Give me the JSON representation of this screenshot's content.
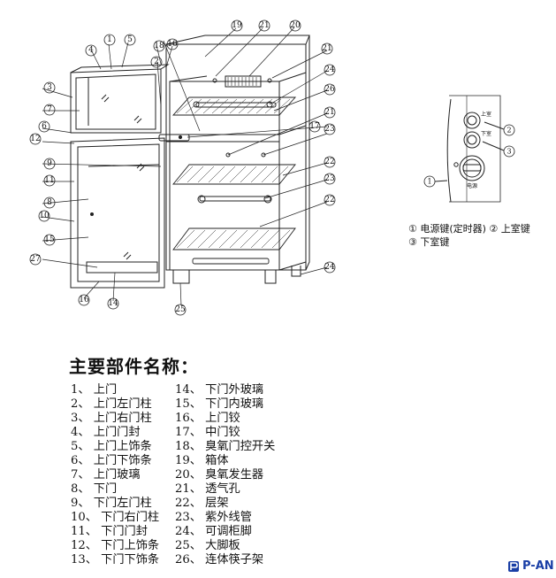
{
  "callouts": {
    "n1": "1",
    "n2": "2",
    "n3": "3",
    "n4": "4",
    "n5": "5",
    "n6": "6",
    "n7": "7",
    "n8": "8",
    "n9": "9",
    "n10": "10",
    "n11": "11",
    "n12": "12",
    "n14": "14",
    "n15": "15",
    "n16": "16",
    "n17": "17",
    "n18": "18",
    "n19": "19",
    "n20": "20",
    "n21": "21",
    "n22": "22",
    "n23": "23",
    "n24": "24",
    "n25": "25",
    "n26": "26",
    "n27": "27"
  },
  "panel": {
    "btn_upper": "上室",
    "btn_lower": "下室",
    "btn_power": "电源",
    "c1": "1",
    "c2": "2",
    "c3": "3",
    "legend_line1": "① 电源键(定时器) ② 上室键",
    "legend_line2": "③ 下室键"
  },
  "title": "主要部件名称：",
  "parts_col1": [
    "1、 上门",
    "2、 上门左门柱",
    "3、 上门右门柱",
    "4、 上门门封",
    "5、 上门上饰条",
    "6、 上门下饰条",
    "7、 上门玻璃",
    "8、 下门",
    "9、 下门左门柱",
    "10、 下门右门柱",
    "11、 下门门封",
    "12、 下门上饰条",
    "13、 下门下饰条"
  ],
  "parts_col2": [
    "14、 下门外玻璃",
    "15、 下门内玻璃",
    "16、 上门铰",
    "17、 中门铰",
    "18、 臭氧门控开关",
    "19、 箱体",
    "20、 臭氧发生器",
    "21、 透气孔",
    "22、 层架",
    "23、 紫外线管",
    "24、 可调柜脚",
    "25、 大脚板",
    "26、 连体筷子架"
  ],
  "brand": "P-AN",
  "colors": {
    "brand": "#1a3fa6",
    "line": "#222222"
  }
}
